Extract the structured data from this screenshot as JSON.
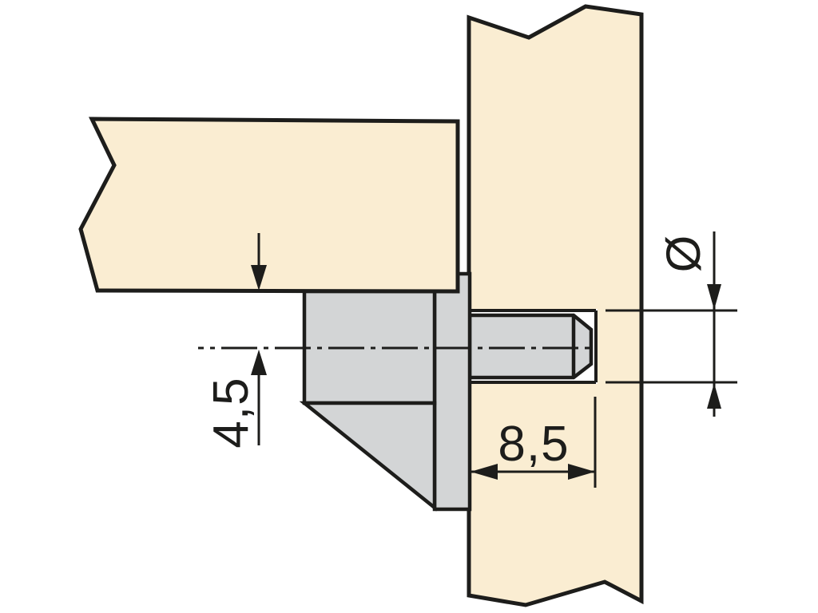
{
  "diagram": {
    "type": "technical-drawing",
    "labels": {
      "offset_below_shelf": "4,5",
      "drilling_depth": "8,5",
      "diameter_symbol": "Ø"
    },
    "colors": {
      "wood_panel_fill": "#FAEDD2",
      "pin_fill": "#D3D5D6",
      "outline": "#1D1D1B",
      "hole_fill": "#FFFFFF",
      "background": "#FFFFFF"
    }
  }
}
